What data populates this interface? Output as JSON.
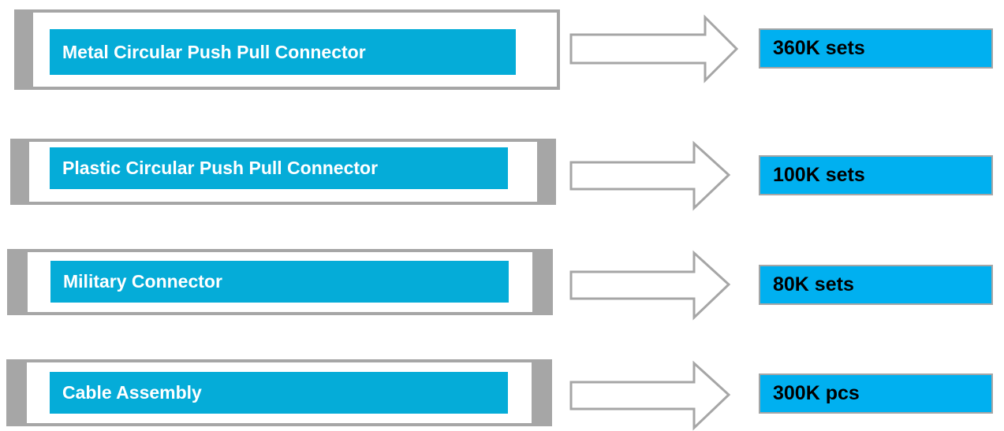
{
  "rows": [
    {
      "product": "Metal Circular Push Pull Connector",
      "capacity": "360K sets"
    },
    {
      "product": "Plastic Circular Push Pull Connector",
      "capacity": "100K sets"
    },
    {
      "product": "Military Connector",
      "capacity": "80K sets"
    },
    {
      "product": "Cable Assembly",
      "capacity": "300K pcs"
    }
  ],
  "colors": {
    "label_fill": "#05acd8",
    "value_fill": "#00b0f0",
    "frame_gray": "#a6a6a6"
  },
  "icons": {
    "arrow": "right-arrow-icon"
  }
}
